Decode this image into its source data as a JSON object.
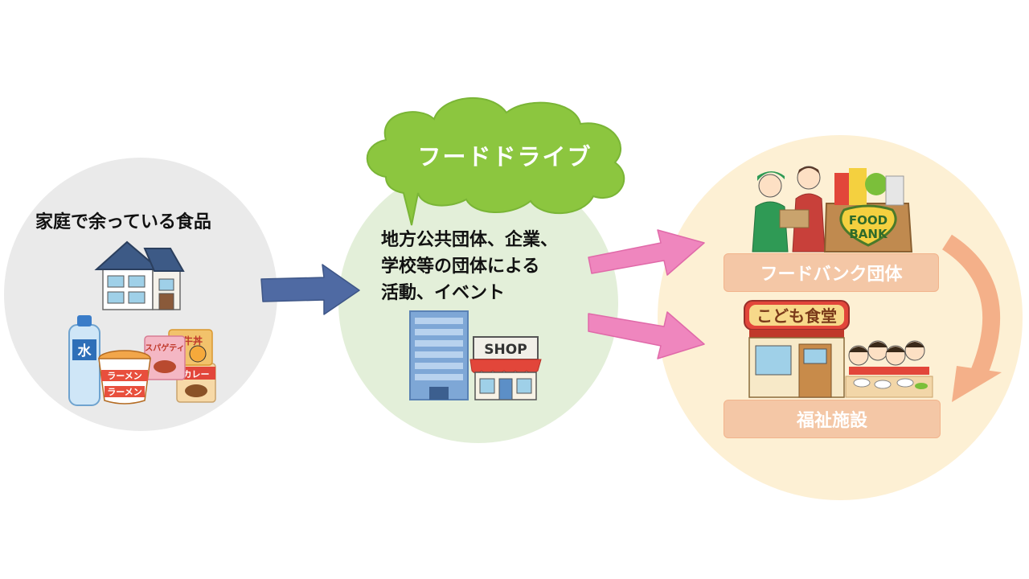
{
  "household": {
    "label": "家庭で余っている食品",
    "food_items": {
      "water_label": "水",
      "ramen_label": "ラーメン",
      "ramen_label_2": "ラーメン",
      "spaghetti_label": "スパゲティ",
      "gyudon_label": "牛丼",
      "curry_label": "カレー"
    }
  },
  "drive": {
    "cloud_title": "フードドライブ",
    "actors_lines": [
      "地方公共団体、企業、",
      "学校等の団体による",
      "活動、イベント"
    ],
    "shop_sign": "SHOP"
  },
  "recipients": {
    "foodbank_box_line1": "FOOD",
    "foodbank_box_line2": "BANK",
    "foodbank_label": "フードバンク団体",
    "kodomo_sign": "こども食堂",
    "welfare_label": "福祉施設"
  },
  "colors": {
    "arrow_blue": "#4f6aa3",
    "arrow_pink": "#ef86be",
    "arrow_orange": "#f4b089",
    "cloud_green": "#8cc63f"
  }
}
